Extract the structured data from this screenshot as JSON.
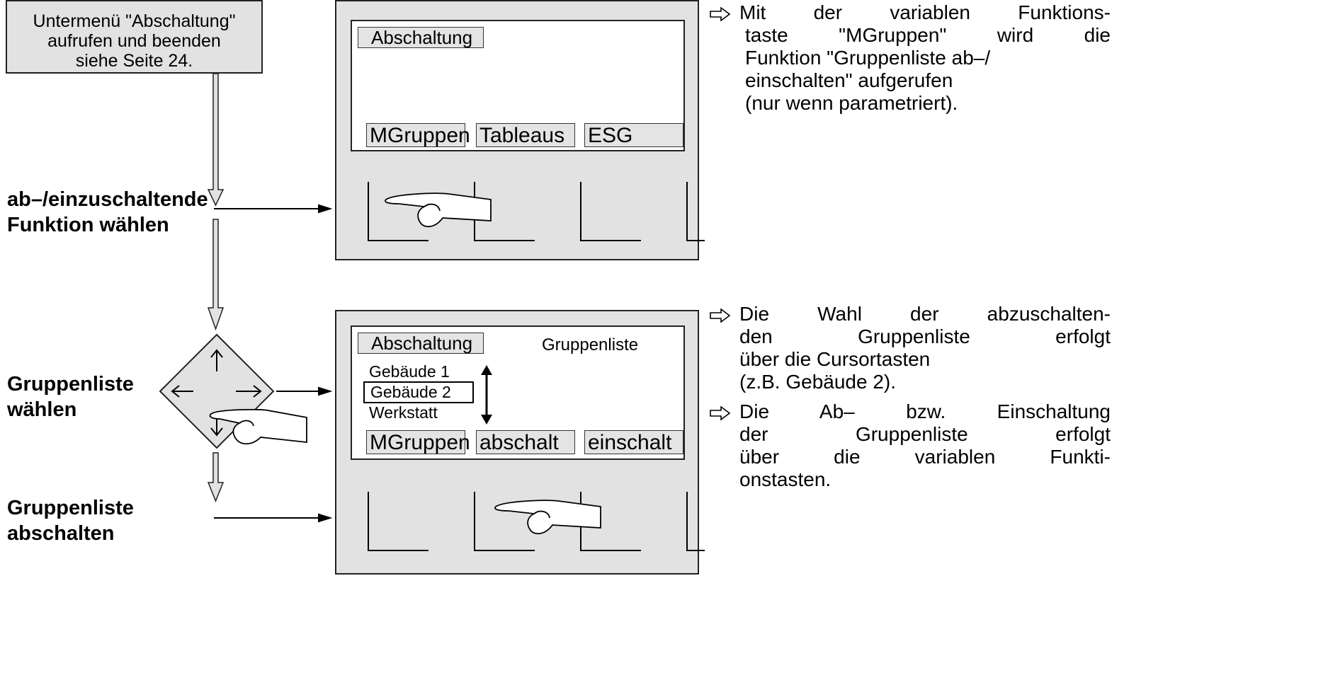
{
  "start_box": {
    "lines": [
      "Untermenü \"Abschaltung\"",
      "aufrufen und beenden",
      "siehe Seite 24."
    ]
  },
  "steps": {
    "step1": [
      "ab–/einzuschaltende",
      "Funktion wählen"
    ],
    "step2": [
      "Gruppenliste",
      "wählen"
    ],
    "step3": [
      "Gruppenliste",
      "abschalten"
    ]
  },
  "panel1": {
    "menu_label": "Abschaltung",
    "softkeys": [
      "MGruppen",
      "Tableaus",
      "ESG"
    ]
  },
  "panel2": {
    "menu_label": "Abschaltung",
    "title": "Gruppenliste",
    "list": [
      "Gebäude 1",
      "Gebäude 2",
      "Werkstatt"
    ],
    "selected_index": 1,
    "softkeys": [
      "MGruppen",
      "abschalt",
      "einschalt"
    ]
  },
  "notes": {
    "note1": [
      "Mit der variablen Funktions-",
      "taste \"MGruppen\" wird die",
      "Funktion \"Gruppenliste ab–/",
      "einschalten\" aufgerufen",
      "(nur wenn parametriert)."
    ],
    "note2": [
      "Die Wahl der abzuschalten-",
      "den Gruppenliste erfolgt",
      "über die Cursortasten",
      "(z.B. Gebäude 2)."
    ],
    "note3": [
      "Die Ab– bzw. Einschaltung",
      "der Gruppenliste erfolgt",
      "über die variablen Funkti-",
      "onstasten."
    ],
    "bullet_icon": "hollow-right-arrow-icon"
  },
  "colors": {
    "panel_bg": "#e2e2e2",
    "screen_bg": "#ffffff",
    "line": "#222222"
  }
}
